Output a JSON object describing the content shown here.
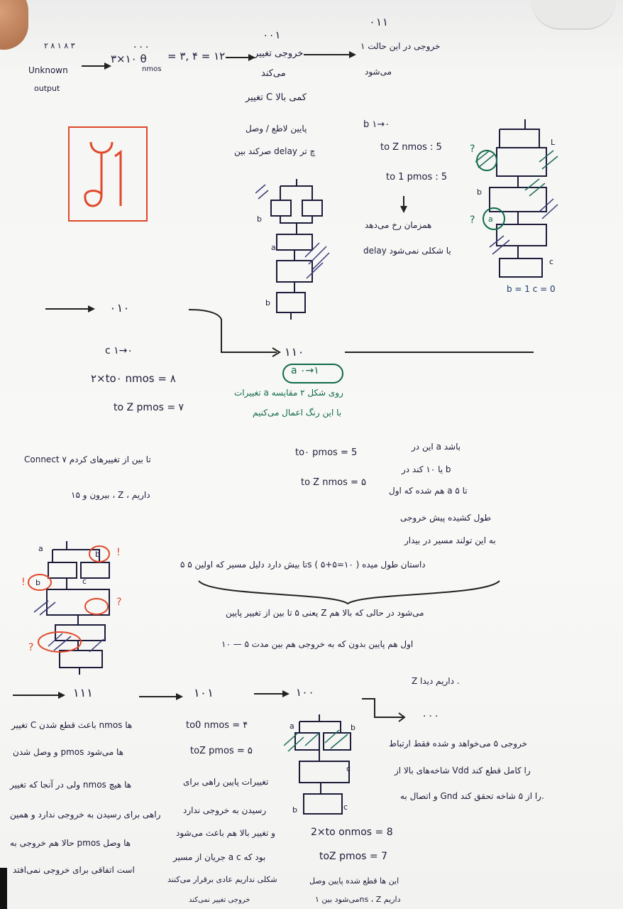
{
  "top": {
    "t1": "Unknown",
    "t2": "output",
    "t3": "۲ ۸ ۱ ۸ ۳",
    "t4": "۰۰۰",
    "t5": "۳×۱۰ θ",
    "t6": "nmos",
    "t7": "= ۳, ۴ = ۱۲",
    "t8": "۰۰۱",
    "t9": "خروجی تغییر",
    "t10": "می‌کند",
    "t11": "تغییر C کمی بالا",
    "t12": "پایین لاطع / وصل",
    "t13": "صرکند بین delay چ تر",
    "t14": "۰۱۱",
    "t15": "خروجی در این حالت ۱",
    "t16": "می‌شود"
  },
  "mid": {
    "m1": "b ۱→۰",
    "m2": "to Z nmos : 5",
    "m3": "to 1 pmos : 5",
    "m4": "همزمان رخ می‌دهد",
    "m5": "delay یا شکلی نمی‌شود",
    "m6": "b = 1   c = 0",
    "m7": "۰۱۰",
    "m8": "c ۱→۰",
    "m9": "۲×to۰ nmos = ۸",
    "m10": "to Z pmos = ۷",
    "m11": "۱۱۰",
    "m12": "a ۰→۱",
    "m13": "تغییرات a روی شکل ۲ مقایسه",
    "m14": "با این رنگ اعمال می‌کنیم"
  },
  "sec3": {
    "s1": "Connect ۷ تا بین از تغییرهای کردم",
    "s2": "بیرون و ۱۵ ، Z ، داریم",
    "s3": "to۰ pmos = 5",
    "s4": "to Z nmos = ۵",
    "s5": "این در a باشد",
    "s6": "یا ۱۰ کند در b",
    "s7": "هم شده که اول a تا ۵",
    "s8": "طول کشیده پیش خروجی",
    "s9": "به این تولند مسیر در بیدار",
    "s10": "۵ تا بیش دارد دلیل مسیر که اولین ۵s داستان طول میده ( ۱۰=۵+۵ )",
    "s11": "یعنی ۵ تا بین از تغییر پایین Z می‌شود در حالی که بالا هم",
    "s12": "اول هم پایین بدون که به خروجی هم بین مدت ۵ — ۱۰",
    "s13": "Z داریم دیدا ."
  },
  "bottom": {
    "b1": "۱۱۱",
    "b2": "۱۰۱",
    "b3": "۱۰۰",
    "b4": "۰۰۰",
    "b5": "تغییر C باعث قطع شدن nmos ها",
    "b6": "و وصل شدن pmos ها می‌شود",
    "b7": "ولی در آنجا که تغییر nmos ها هیچ",
    "b8": "راهی برای رسیدن به خروجی ندارد و همین",
    "b9": "حالا هم خروجی به pmos ها وصل",
    "b10": "است اتفاقی برای خروجی نمی‌افتد",
    "b11": "to0 nmos = ۴",
    "b12": "toZ pmos = ۵",
    "b13": "تغییرات پایین راهی برای",
    "b14": "رسیدن به خروجی ندارد",
    "b15": "و تغییر بالا هم باعث می‌شود",
    "b16": "جریان از مسیر a c بود که",
    "b17": "شکلی نداریم عادی برقرار می‌کنند",
    "b18": "خروجی تغییر نمی‌کند",
    "b19": "2×to onmos = 8",
    "b20": "toZ pmos = 7",
    "b21": "این ها قطع شده پایین وصل",
    "b22": "می‌شود بین ۱ns ، Z داریم",
    "b23": "خروجی ۵ می‌خواهد و شده فقط ارتباط",
    "b24": "شاخه‌های بالا از Vdd را کامل قطع کند",
    "b25": "و اتصال به Gnd را از ۵ شاخه تحقق کند."
  },
  "colors": {
    "ink": "#1c1c3a",
    "green": "#0f6a4a",
    "red": "#e0482a",
    "hatch_blue": "#3a3a7a",
    "hatch_green": "#1b6a5a"
  }
}
